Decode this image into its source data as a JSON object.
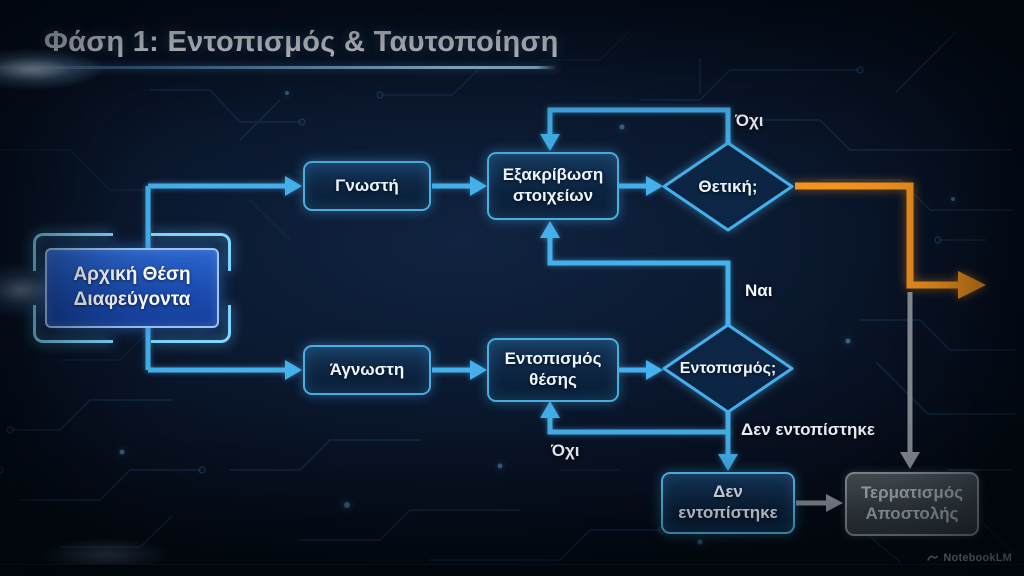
{
  "title": "Φάση 1: Εντοπισμός & Ταυτοποίηση",
  "watermark": {
    "label": "NotebookLM"
  },
  "colors": {
    "accent_cyan": "#45b1ec",
    "accent_orange": "#f5941e",
    "accent_gray": "#8d969c",
    "accent_bright": "#7fd9ff"
  },
  "flowchart": {
    "nodes": [
      {
        "id": "start",
        "type": "start",
        "lines": [
          "Αρχική Θέση",
          "Διαφεύγοντα"
        ]
      },
      {
        "id": "known",
        "type": "process",
        "label": "Γνωστή"
      },
      {
        "id": "verify",
        "type": "process",
        "lines": [
          "Εξακρίβωση",
          "στοιχείων"
        ]
      },
      {
        "id": "positive",
        "type": "decision",
        "label": "Θετική;"
      },
      {
        "id": "unknown",
        "type": "process",
        "label": "Άγνωστη"
      },
      {
        "id": "locate",
        "type": "process",
        "lines": [
          "Εντοπισμός",
          "θέσης"
        ]
      },
      {
        "id": "located",
        "type": "decision",
        "label": "Εντοπισμός;"
      },
      {
        "id": "notfound",
        "type": "process",
        "lines": [
          "Δεν",
          "εντοπίστηκε"
        ]
      },
      {
        "id": "terminate",
        "type": "terminal",
        "lines": [
          "Τερματισμός",
          "Αποστολής"
        ]
      }
    ],
    "edge_labels": {
      "no_top": "Όχι",
      "yes": "Ναι",
      "not_located": "Δεν εντοπίστηκε",
      "no_bottom": "Όχι"
    }
  }
}
